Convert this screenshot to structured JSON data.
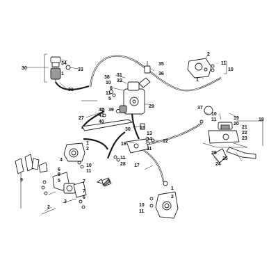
{
  "callouts": [
    "1",
    "2",
    "3",
    "4",
    "5",
    "6",
    "7",
    "8",
    "9",
    "10",
    "11",
    "12",
    "13",
    "14",
    "15",
    "16",
    "17",
    "18",
    "19",
    "20",
    "21",
    "22",
    "23",
    "24",
    "25",
    "26",
    "27",
    "28",
    "29",
    "30",
    "31",
    "32",
    "33",
    "34",
    "35",
    "36",
    "37",
    "38",
    "39",
    "40",
    "41",
    "42"
  ],
  "colors": {
    "ink": "#1a1a1a",
    "background": "#ffffff",
    "fill_gray": "#9a9a9a"
  }
}
